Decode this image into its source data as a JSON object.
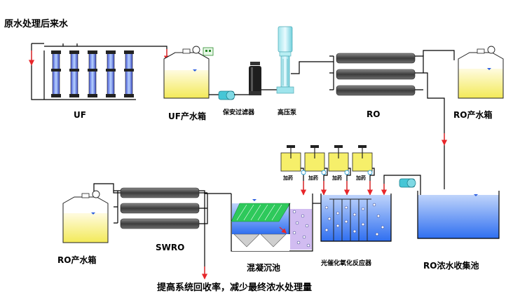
{
  "title": "原水处理后来水",
  "labels": {
    "uf": "UF",
    "uf_tank": "UF产水箱",
    "security_filter": "保安过滤器",
    "hp_pump": "高压泵",
    "ro": "RO",
    "ro_tank_top": "RO产水箱",
    "ro_tank_bottom": "RO产水箱",
    "swro": "SWRO",
    "coag": "混凝沉池",
    "photocat": "光催化氧化反应器",
    "ro_conc": "RO浓水收集池",
    "bottom_note": "提高系统回收率，减少最终浓水处理量"
  },
  "dosing_labels": [
    "加药",
    "加药",
    "加药",
    "加药"
  ],
  "colors": {
    "tank_water": "#f6ef6a",
    "pool_blue": "#3f79f2",
    "pipe": "#000000",
    "flow_red": "#e8262a",
    "membrane": "#5a5a5a",
    "pump_cyan": "#46c6d6",
    "settle_green": "#2ec95b"
  }
}
